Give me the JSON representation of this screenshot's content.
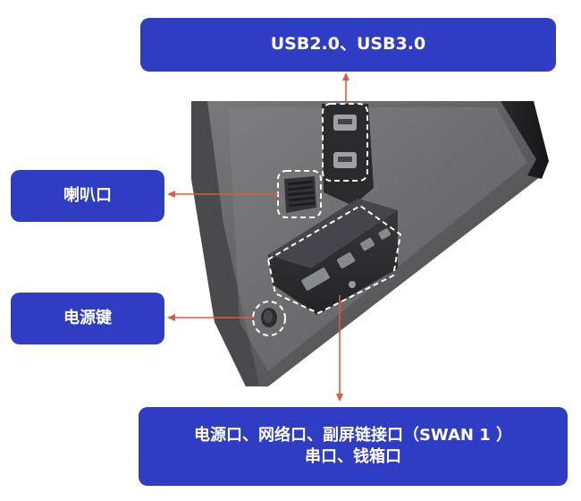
{
  "callouts": {
    "usb": "USB2.0、USB3.0",
    "speaker": "喇叭口",
    "power_key": "电源键",
    "ports_line1": "电源口、网络口、副屏链接口（SWAN 1 ）",
    "ports_line2": "串口、钱箱口"
  },
  "colors": {
    "label_fill": "#2f3cc4",
    "label_text": "#ffffff",
    "arrow": "#e05a3c",
    "dashed_outline": "#ffffff",
    "device_body": "#6e6e70"
  }
}
